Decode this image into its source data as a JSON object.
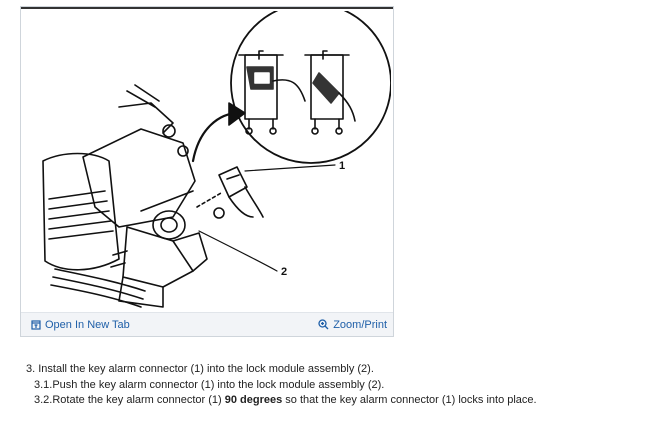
{
  "figure": {
    "callouts": [
      "1",
      "2"
    ],
    "toolbar": {
      "open_tab_label": "Open In New Tab",
      "zoom_label": "Zoom/Print",
      "link_color": "#1f5fa8"
    }
  },
  "instructions": {
    "step3": "3. Install the key alarm connector (1) into the lock module assembly (2).",
    "step3_1": "3.1.Push the key alarm connector (1) into the lock module assembly (2).",
    "step3_2_prefix": "3.2.Rotate the key alarm connector (1) ",
    "step3_2_bold": "90 degrees",
    "step3_2_suffix": " so that the key alarm connector (1) locks into place."
  }
}
